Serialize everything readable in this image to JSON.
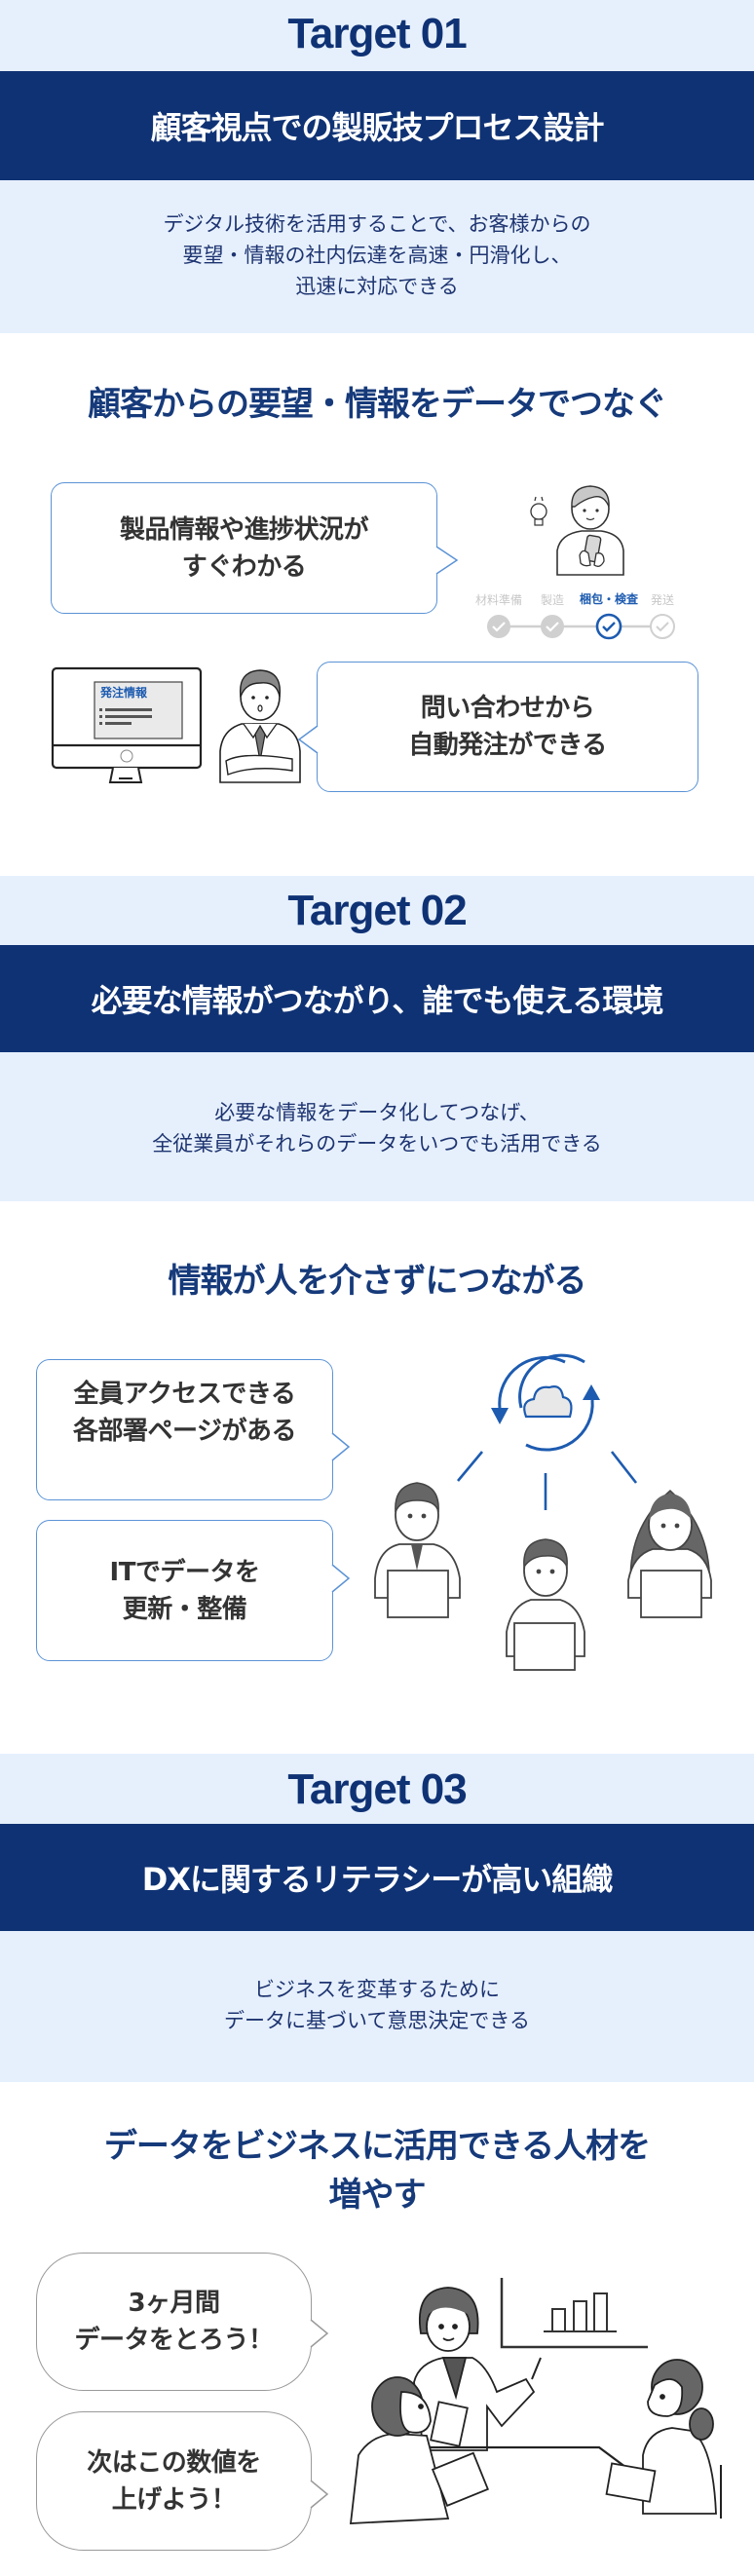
{
  "colors": {
    "navy": "#0f3274",
    "light_bg": "#e6f0fd",
    "bubble_border": "#5b93d6",
    "accent_blue": "#1d5bb0",
    "text_dark": "#333333"
  },
  "targets": [
    {
      "label": "Target 01",
      "title": "顧客視点での製販技プロセス設計",
      "description": [
        "デジタル技術を活用することで、お客様からの",
        "要望・情報の社内伝達を高速・円滑化し、",
        "迅速に対応できる"
      ],
      "heading": "顧客からの要望・情報をデータでつなぐ",
      "bubbles": [
        {
          "text": "製品情報や進捗状況が\nすぐわかる"
        },
        {
          "text": "問い合わせから\n自動発注ができる"
        }
      ],
      "progress_steps": [
        {
          "label": "材料準備",
          "state": "done"
        },
        {
          "label": "製造",
          "state": "done"
        },
        {
          "label": "梱包・検査",
          "state": "current"
        },
        {
          "label": "発送",
          "state": "pending"
        }
      ],
      "monitor_screen_title": "発注情報"
    },
    {
      "label": "Target 02",
      "title": "必要な情報がつながり、誰でも使える環境",
      "description": [
        "必要な情報をデータ化してつなげ、",
        "全従業員がそれらのデータをいつでも活用できる"
      ],
      "heading": "情報が人を介さずにつながる",
      "bubbles": [
        {
          "text": "全員アクセスできる\n各部署ページがある"
        },
        {
          "text": "ITでデータを\n更新・整備"
        }
      ]
    },
    {
      "label": "Target 03",
      "title": "DXに関するリテラシーが高い組織",
      "description": [
        "ビジネスを変革するために",
        "データに基づいて意思決定できる"
      ],
      "heading": [
        "データをビジネスに活用できる人材を",
        "増やす"
      ],
      "bubbles": [
        {
          "text": "3ヶ月間\nデータをとろう！"
        },
        {
          "text": "次はこの数値を\n上げよう！"
        }
      ]
    }
  ]
}
